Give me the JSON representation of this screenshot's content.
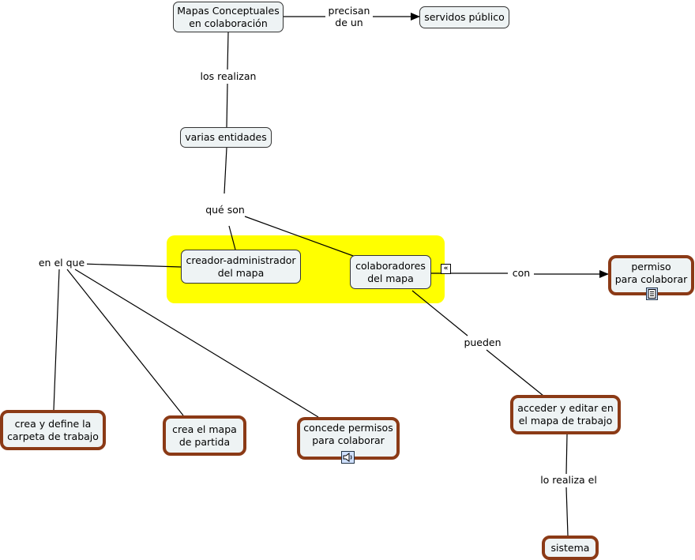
{
  "nodes": {
    "mapas": "Mapas Conceptuales\nen colaboración",
    "servidos": "servidos público",
    "entidades": "varias entidades",
    "creador": "creador-administrador\ndel mapa",
    "colaboradores": "colaboradores\ndel mapa",
    "permiso": "permiso\npara colaborar",
    "crea_define": "crea y define la\ncarpeta de trabajo",
    "crea_mapa": "crea el mapa\nde partida",
    "concede": "concede permisos\npara colaborar",
    "acceder": "acceder y editar en\nel mapa de trabajo",
    "sistema": "sistema"
  },
  "links": {
    "precisan": "precisan\nde un",
    "realizan": "los realizan",
    "que_son": "qué son",
    "en_el_que": "en el que",
    "con": "con",
    "pueden": "pueden",
    "lo_realiza": "lo realiza el"
  },
  "icons": {
    "permiso_resource": "document-icon",
    "concede_resource": "speaker-icon",
    "colaboradores_resource": "double-chevron-left-icon"
  },
  "colors": {
    "highlight": "#ffff00",
    "node_fill": "#eef3f4",
    "node_border_accent": "#8b3a16"
  }
}
